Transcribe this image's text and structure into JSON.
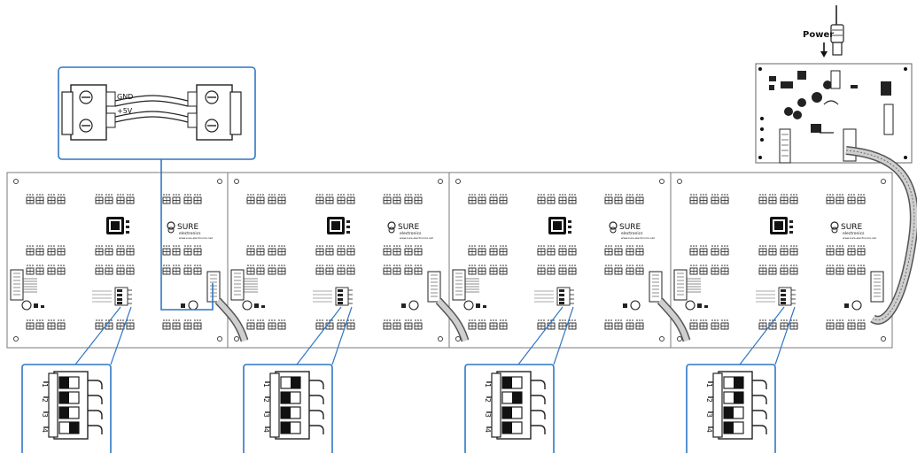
{
  "labels": {
    "power": "Power",
    "gnd": "GND",
    "plus5v": "+5V",
    "brand": "SURE",
    "brand_sub": "electronics",
    "brand_tag": "www.sure-electronics.net"
  },
  "boards": [
    {
      "id": 1
    },
    {
      "id": 2
    },
    {
      "id": 3
    },
    {
      "id": 4
    }
  ],
  "dip_switches": [
    {
      "board": 1,
      "numbers": [
        "1",
        "2",
        "3",
        "4"
      ]
    },
    {
      "board": 2,
      "numbers": [
        "1",
        "2",
        "3",
        "4"
      ]
    },
    {
      "board": 3,
      "numbers": [
        "1",
        "2",
        "3",
        "4"
      ]
    },
    {
      "board": 4,
      "numbers": [
        "1",
        "2",
        "3",
        "4"
      ]
    }
  ],
  "colors": {
    "callout_border": "#2f77c4",
    "board_outline": "#7a7a7a",
    "cable": "#555555"
  }
}
